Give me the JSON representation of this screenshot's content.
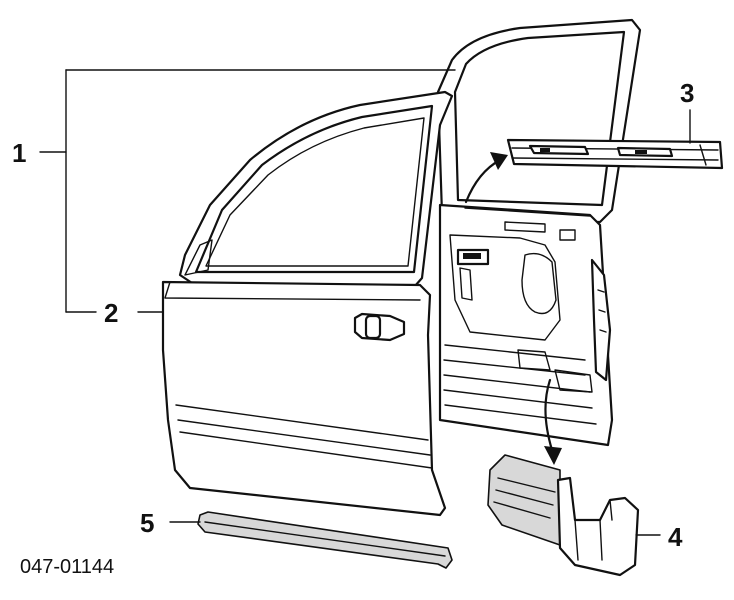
{
  "diagram": {
    "diagram_id": "047-01144",
    "callouts": [
      {
        "number": "1",
        "part": "front-door-assembly"
      },
      {
        "number": "2",
        "part": "door-shell"
      },
      {
        "number": "3",
        "part": "window-regulator-channel"
      },
      {
        "number": "4",
        "part": "armrest-bracket"
      },
      {
        "number": "5",
        "part": "door-molding"
      }
    ]
  },
  "colors": {
    "line": "#111111",
    "background": "#ffffff",
    "shading": "#d8d8d8"
  }
}
